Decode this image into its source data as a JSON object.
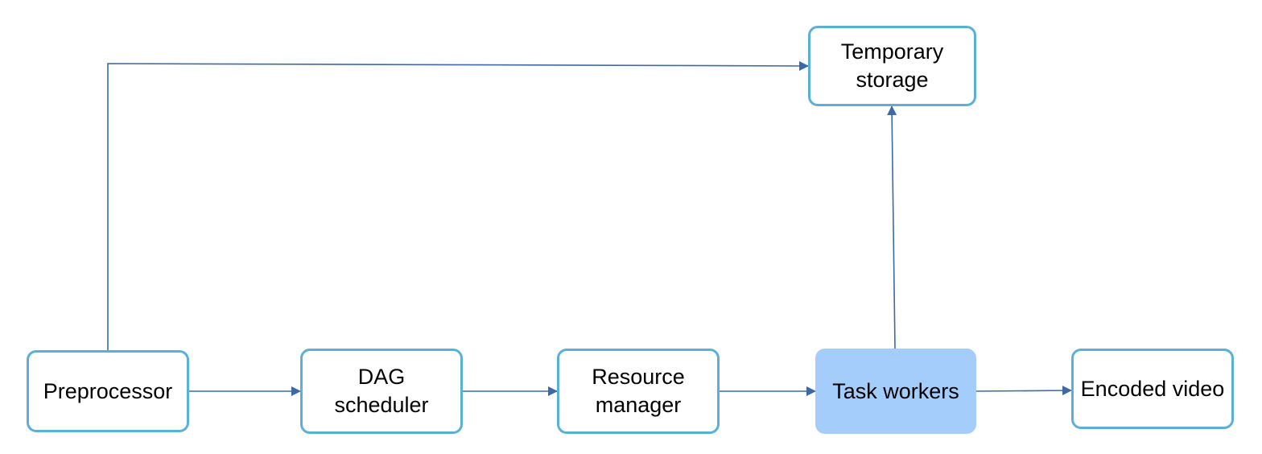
{
  "diagram": {
    "nodes": {
      "temporary_storage": "Temporary storage",
      "preprocessor": "Preprocessor",
      "dag_scheduler": "DAG scheduler",
      "resource_manager": "Resource manager",
      "task_workers": "Task workers",
      "encoded_video": "Encoded video"
    },
    "edges": [
      {
        "from": "preprocessor",
        "to": "temporary_storage"
      },
      {
        "from": "preprocessor",
        "to": "dag_scheduler"
      },
      {
        "from": "dag_scheduler",
        "to": "resource_manager"
      },
      {
        "from": "resource_manager",
        "to": "task_workers"
      },
      {
        "from": "task_workers",
        "to": "temporary_storage"
      },
      {
        "from": "task_workers",
        "to": "encoded_video"
      }
    ],
    "colors": {
      "node_border": "#5bb0d8",
      "highlight_fill": "#a5cdfb",
      "arrow": "#3d6aa6"
    }
  }
}
